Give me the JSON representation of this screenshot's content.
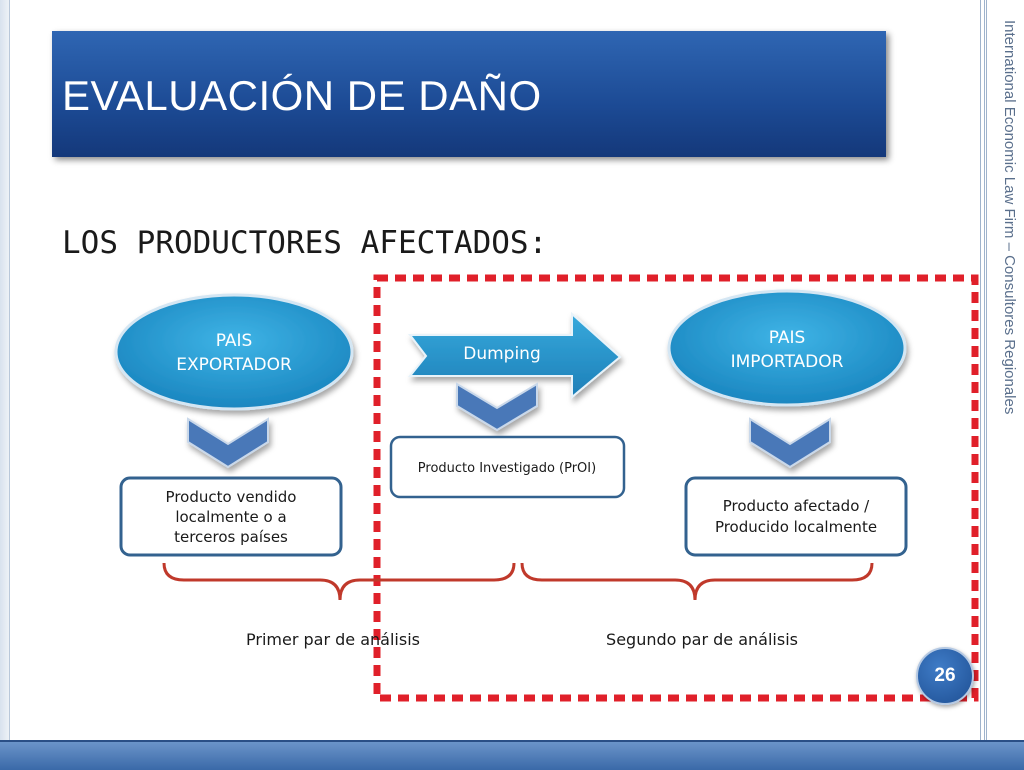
{
  "slide": {
    "title": "EVALUACIÓN DE DAÑO",
    "subtitle": "LOS PRODUCTORES AFECTADOS:",
    "side_text": "International Economic Law Firm – Consultores Regionales",
    "page_number": "26"
  },
  "diagram": {
    "exporter_label": [
      "PAIS",
      "EXPORTADOR"
    ],
    "importer_label": [
      "PAIS",
      "IMPORTADOR"
    ],
    "dumping_label": "Dumping",
    "investigated_product": "Producto Investigado (PrOI)",
    "sold_product": [
      "Producto vendido",
      "localmente o a",
      "terceros países"
    ],
    "affected_product": [
      "Producto afectado /",
      "Producido localmente"
    ],
    "first_pair": "Primer par de análisis",
    "second_pair": "Segundo par de análisis"
  },
  "colors": {
    "title_bar": "#1c4a94",
    "ellipse": "#2a9bd0",
    "box_border": "#33628f",
    "chevron": "#4a78b8",
    "brace": "#c0392b",
    "dashed_frame": "#e0202a"
  }
}
